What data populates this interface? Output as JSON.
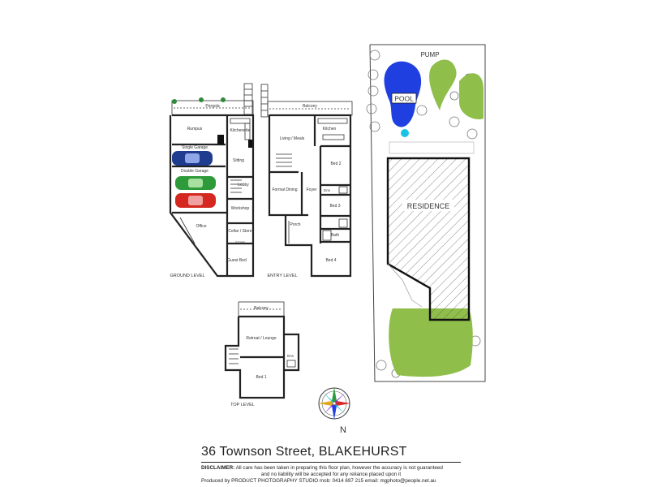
{
  "levels": {
    "ground": "GROUND LEVEL",
    "entry": "ENTRY LEVEL",
    "top": "TOP LEVEL"
  },
  "ground_rooms": {
    "pergola": "Pergola",
    "rumpus": "Rumpus",
    "kitchenette": "Kitchenette",
    "single_garage": "Single Garage",
    "sitting": "Sitting",
    "double_garage": "Double Garage",
    "lobby": "Lobby",
    "workshop": "Workshop",
    "office": "Office",
    "cellar": "Cellar / Store",
    "store": "STORE",
    "guest_bed": "Guest Bed"
  },
  "entry_rooms": {
    "balcony": "Balcony",
    "living": "Living / Meals",
    "kitchen": "Kitchen",
    "bed2": "Bed 2",
    "formal_dining": "Formal Dining",
    "foyer": "Foyer",
    "ens": "Ens",
    "bed3": "Bed 3",
    "porch": "Porch",
    "bath": "Bath",
    "bed4": "Bed 4"
  },
  "top_rooms": {
    "balcony": "Balcony",
    "retreat": "Retreat / Lounge",
    "ens": "Ens",
    "bed1": "Bed 1"
  },
  "site": {
    "pump": "PUMP",
    "pool": "POOL",
    "residence": "RESIDENCE"
  },
  "compass": {
    "north": "N"
  },
  "colors": {
    "pool": "#1f3fe0",
    "pump": "#19c3e6",
    "lawn": "#8fbf4a",
    "car_blue": "#1f3c8f",
    "car_green": "#2f9a3a",
    "car_red": "#d4271f"
  },
  "footer": {
    "address": "36 Townson Street, BLAKEHURST",
    "disclaimer_label": "DISCLAIMER:",
    "disclaimer_line1": "All care has been taken in preparing this floor plan, however the accuracy is not guaranteed",
    "disclaimer_line2": "and no liability will be accepted for any reliance placed upon it",
    "credit": "Produced by PRODUCT PHOTOGRAPHY STUDIO mob: 0414 697 215  email: mgphoto@people.net.au"
  }
}
